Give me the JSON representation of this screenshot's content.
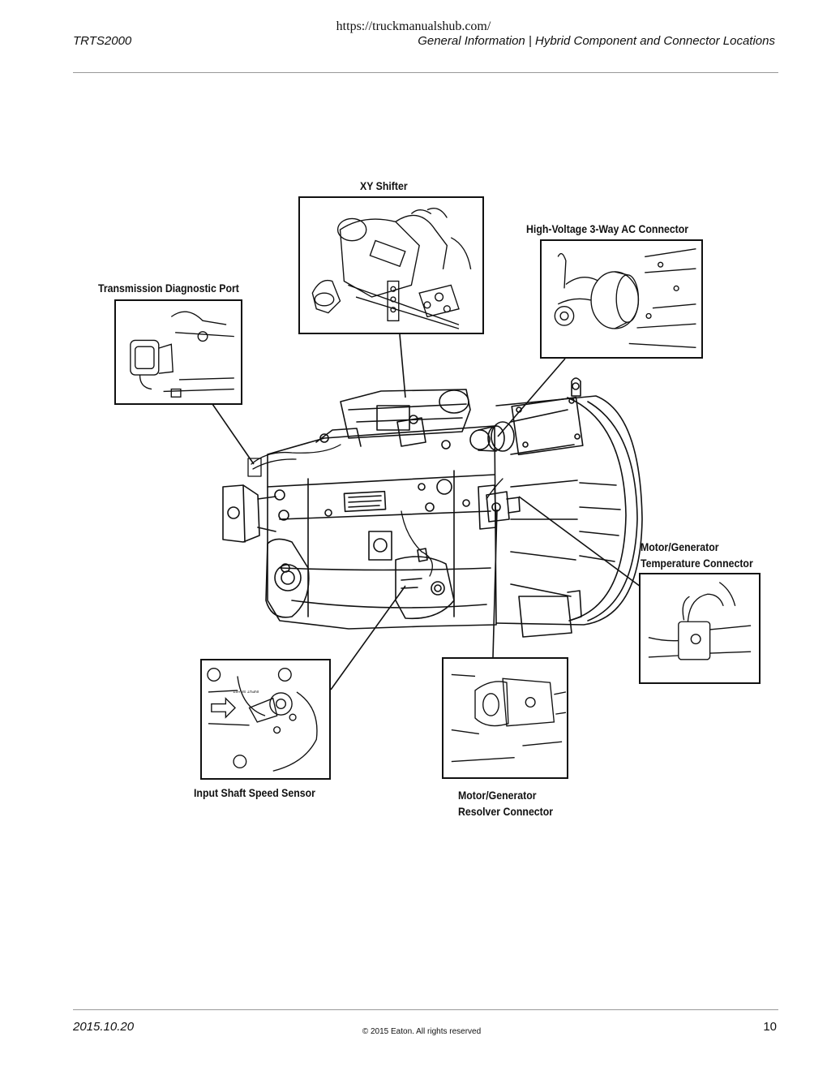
{
  "header": {
    "url": "https://truckmanualshub.com/",
    "doc_id": "TRTS2000",
    "section": "General Information | Hybrid Component and Connector Locations"
  },
  "figure": {
    "callouts": [
      {
        "id": "xy-shifter",
        "lines": [
          "XY Shifter"
        ]
      },
      {
        "id": "hv-ac-connector",
        "lines": [
          "High-Voltage 3-Way AC Connector"
        ]
      },
      {
        "id": "diagnostic-port",
        "lines": [
          "Transmission Diagnostic Port"
        ]
      },
      {
        "id": "mg-temp-connector",
        "lines": [
          "Motor/Generator",
          "Temperature Connector"
        ]
      },
      {
        "id": "input-shaft-sensor",
        "lines": [
          "Input Shaft Speed Sensor"
        ]
      },
      {
        "id": "mg-resolver-connector",
        "lines": [
          "Motor/Generator",
          "Resolver Connector"
        ]
      }
    ]
  },
  "footer": {
    "date": "2015.10.20",
    "copyright": "© 2015 Eaton. All rights reserved",
    "page": "10"
  }
}
